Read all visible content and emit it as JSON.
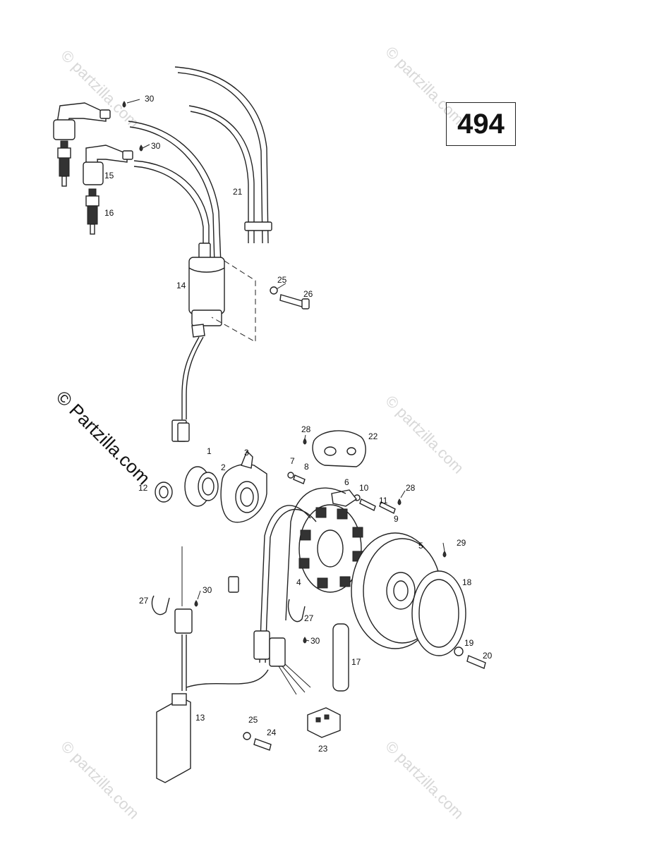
{
  "page_number": "494",
  "watermark": "© Partzilla.com",
  "watermark_short": "© partzilla.com",
  "callouts": {
    "c1": "1",
    "c2": "2",
    "c3": "3",
    "c4": "4",
    "c5": "5",
    "c6": "6",
    "c7": "7",
    "c8": "8",
    "c9": "9",
    "c10": "10",
    "c11": "11",
    "c12": "12",
    "c13": "13",
    "c14": "14",
    "c15": "15",
    "c16": "16",
    "c17": "17",
    "c18": "18",
    "c19": "19",
    "c20": "20",
    "c21": "21",
    "c22": "22",
    "c23": "23",
    "c24": "24",
    "c25a": "25",
    "c25b": "25",
    "c26": "26",
    "c27a": "27",
    "c27b": "27",
    "c28a": "28",
    "c28b": "28",
    "c29": "29",
    "c30a": "30",
    "c30b": "30",
    "c30c": "30",
    "c30d": "30"
  }
}
